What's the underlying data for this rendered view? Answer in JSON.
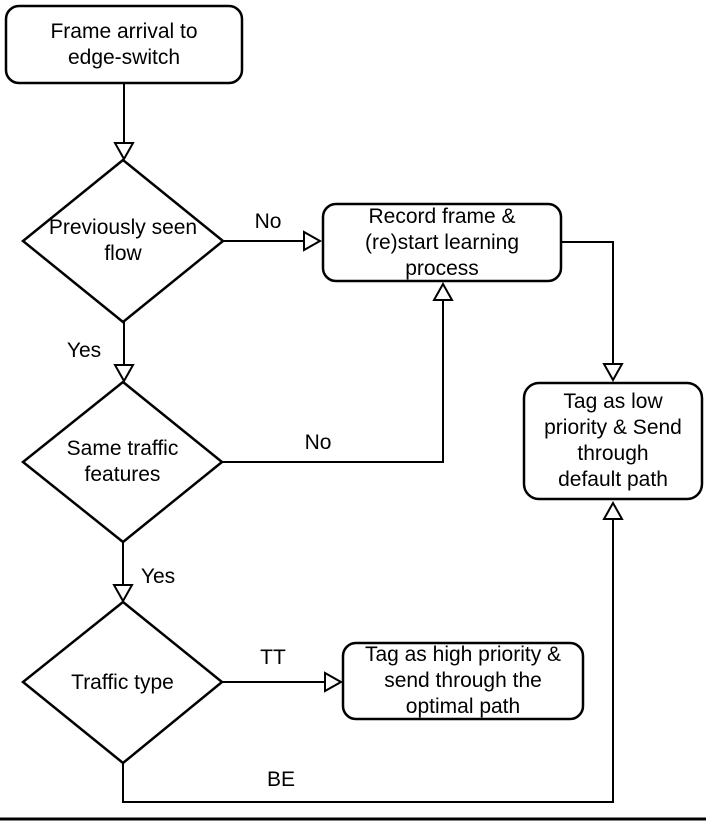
{
  "figure": {
    "type": "flowchart",
    "colors": {
      "background": "#ffffff",
      "stroke": "#000000",
      "text": "#000000"
    }
  },
  "nodes": {
    "start": {
      "shape": "rounded-rectangle",
      "label": "Frame arrival to edge-switch",
      "lines": [
        "Frame arrival to",
        "edge-switch"
      ]
    },
    "prev_seen": {
      "shape": "diamond",
      "label": "Previously seen flow",
      "lines": [
        "Previously seen",
        "flow"
      ]
    },
    "record": {
      "shape": "rounded-rectangle",
      "label": "Record frame & (re)start learning process",
      "lines": [
        "Record frame &",
        "(re)start learning",
        "process"
      ]
    },
    "tag_low": {
      "shape": "rounded-rectangle",
      "label": "Tag as low priority & Send through default path",
      "lines": [
        "Tag as low",
        "priority & Send",
        "through",
        "default path"
      ]
    },
    "same_traffic": {
      "shape": "diamond",
      "label": "Same traffic features",
      "lines": [
        "Same traffic",
        "features"
      ]
    },
    "traffic_type": {
      "shape": "diamond",
      "label": "Traffic type",
      "lines": [
        "Traffic type"
      ]
    },
    "tag_high": {
      "shape": "rounded-rectangle",
      "label": "Tag as high priority & send through the optimal path",
      "lines": [
        "Tag as high priority &",
        "send through the",
        "optimal path"
      ]
    }
  },
  "edge_labels": {
    "no1": "No",
    "yes1": "Yes",
    "no2": "No",
    "yes2": "Yes",
    "tt": "TT",
    "be": "BE"
  }
}
